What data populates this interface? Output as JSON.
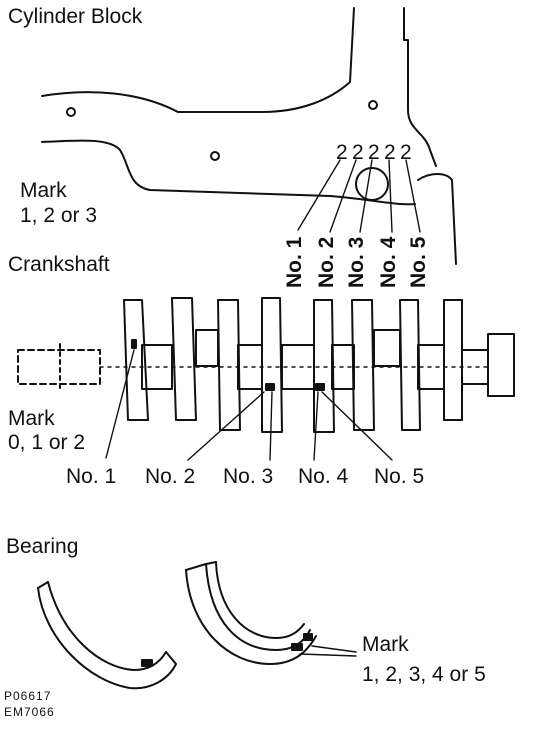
{
  "sections": {
    "cylinder_block": {
      "title": "Cylinder Block",
      "mark_label": "Mark",
      "mark_values": "1, 2 or 3",
      "digits": [
        "2",
        "2",
        "2",
        "2",
        "2"
      ],
      "journal_labels": [
        "No. 1",
        "No. 2",
        "No. 3",
        "No. 4",
        "No. 5"
      ]
    },
    "crankshaft": {
      "title": "Crankshaft",
      "mark_label": "Mark",
      "mark_values": "0, 1 or 2",
      "journal_labels": [
        "No. 1",
        "No. 2",
        "No. 3",
        "No. 4",
        "No. 5"
      ]
    },
    "bearing": {
      "title": "Bearing",
      "mark_label": "Mark",
      "mark_values": "1, 2, 3, 4 or 5"
    }
  },
  "figure_codes": [
    "P06617",
    "EM7066"
  ]
}
